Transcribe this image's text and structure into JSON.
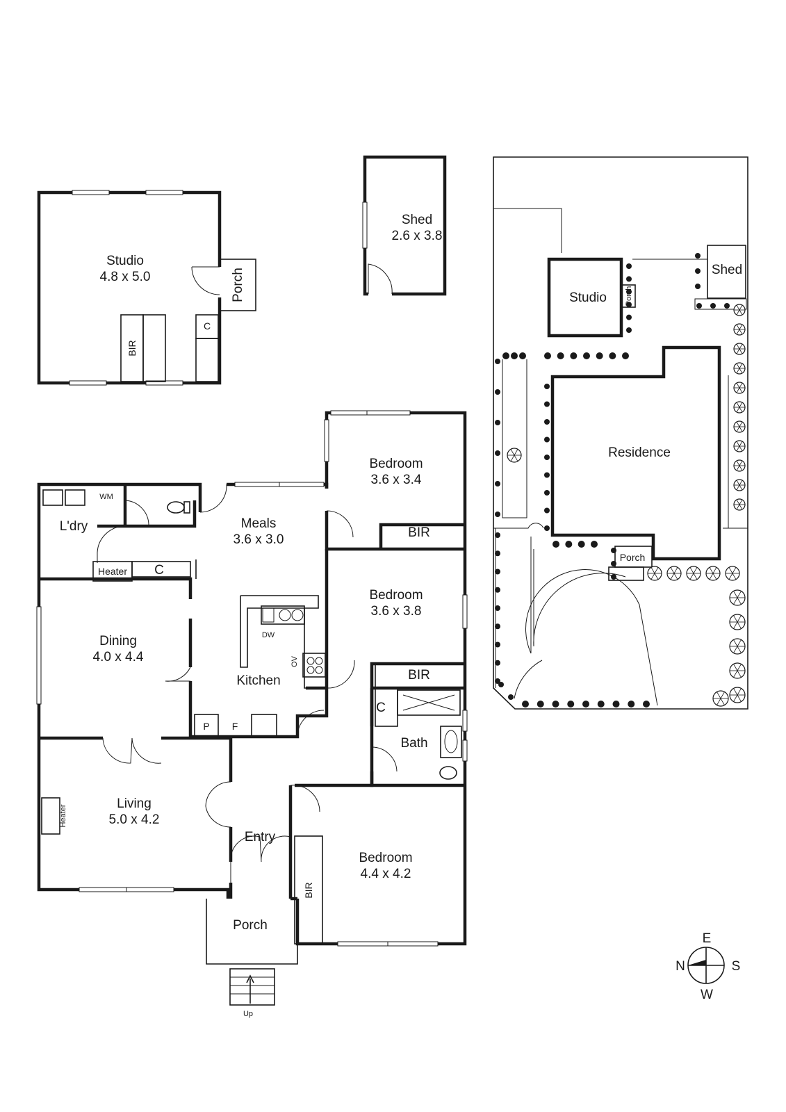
{
  "studio": {
    "name": "Studio",
    "dims": "4.8 x 5.0",
    "porch": "Porch",
    "bir": "BIR",
    "cupboard": "C"
  },
  "shed": {
    "name": "Shed",
    "dims": "2.6 x 3.8"
  },
  "house": {
    "bedroom1": {
      "name": "Bedroom",
      "dims": "3.6 x 3.4"
    },
    "bedroom2": {
      "name": "Bedroom",
      "dims": "3.6 x 3.8"
    },
    "bedroom3": {
      "name": "Bedroom",
      "dims": "4.4 x 4.2"
    },
    "meals": {
      "name": "Meals",
      "dims": "3.6 x 3.0"
    },
    "dining": {
      "name": "Dining",
      "dims": "4.0 x 4.4"
    },
    "living": {
      "name": "Living",
      "dims": "5.0 x 4.2"
    },
    "kitchen": "Kitchen",
    "laundry": "L'dry",
    "wm": "WM",
    "heater": "Heater",
    "cupboard": "C",
    "bir": "BIR",
    "bath": "Bath",
    "entry": "Entry",
    "porch": "Porch",
    "pantry": "P",
    "fridge": "F",
    "dishwasher": "DW",
    "oven": "OV",
    "up": "Up"
  },
  "site": {
    "studio": "Studio",
    "porch": "Porch",
    "shed": "Shed",
    "residence": "Residence",
    "studio_porch": "Porch"
  },
  "compass": {
    "north": "N",
    "east": "E",
    "south": "S",
    "west": "W"
  }
}
